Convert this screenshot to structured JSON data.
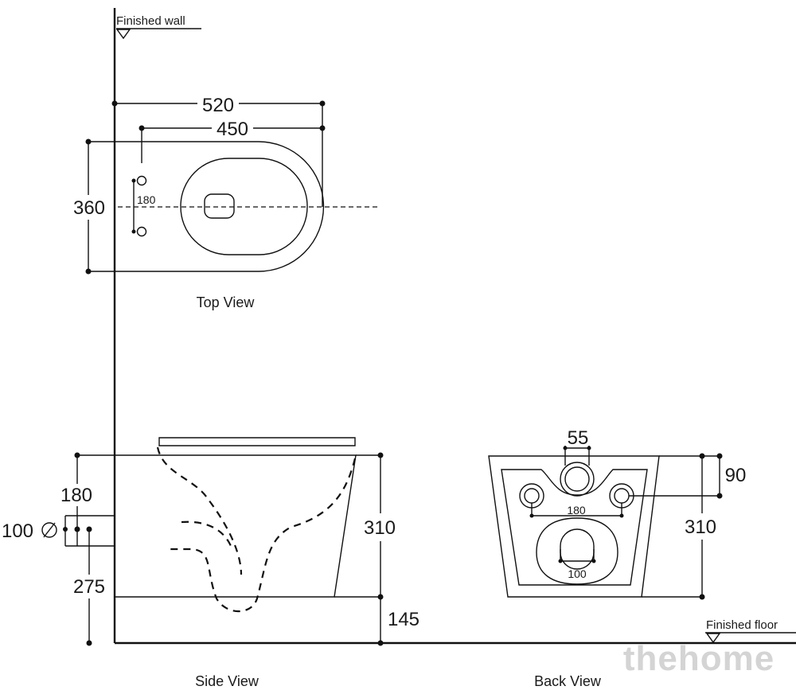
{
  "labels": {
    "finished_wall": "Finished wall",
    "finished_floor": "Finished floor",
    "top_view": "Top View",
    "side_view": "Side View",
    "back_view": "Back View"
  },
  "dimensions": {
    "top": {
      "width_total": "520",
      "width_bowl": "450",
      "depth": "360",
      "bolt_spacing": "180"
    },
    "side": {
      "height": "310",
      "bolt_height": "180",
      "pipe_diameter": "100",
      "outlet_height": "275",
      "floor_clearance": "145"
    },
    "back": {
      "inlet": "55",
      "inlet_height": "90",
      "bolt_spacing": "180",
      "outlet": "100",
      "height": "310"
    }
  },
  "watermark": "thehome"
}
